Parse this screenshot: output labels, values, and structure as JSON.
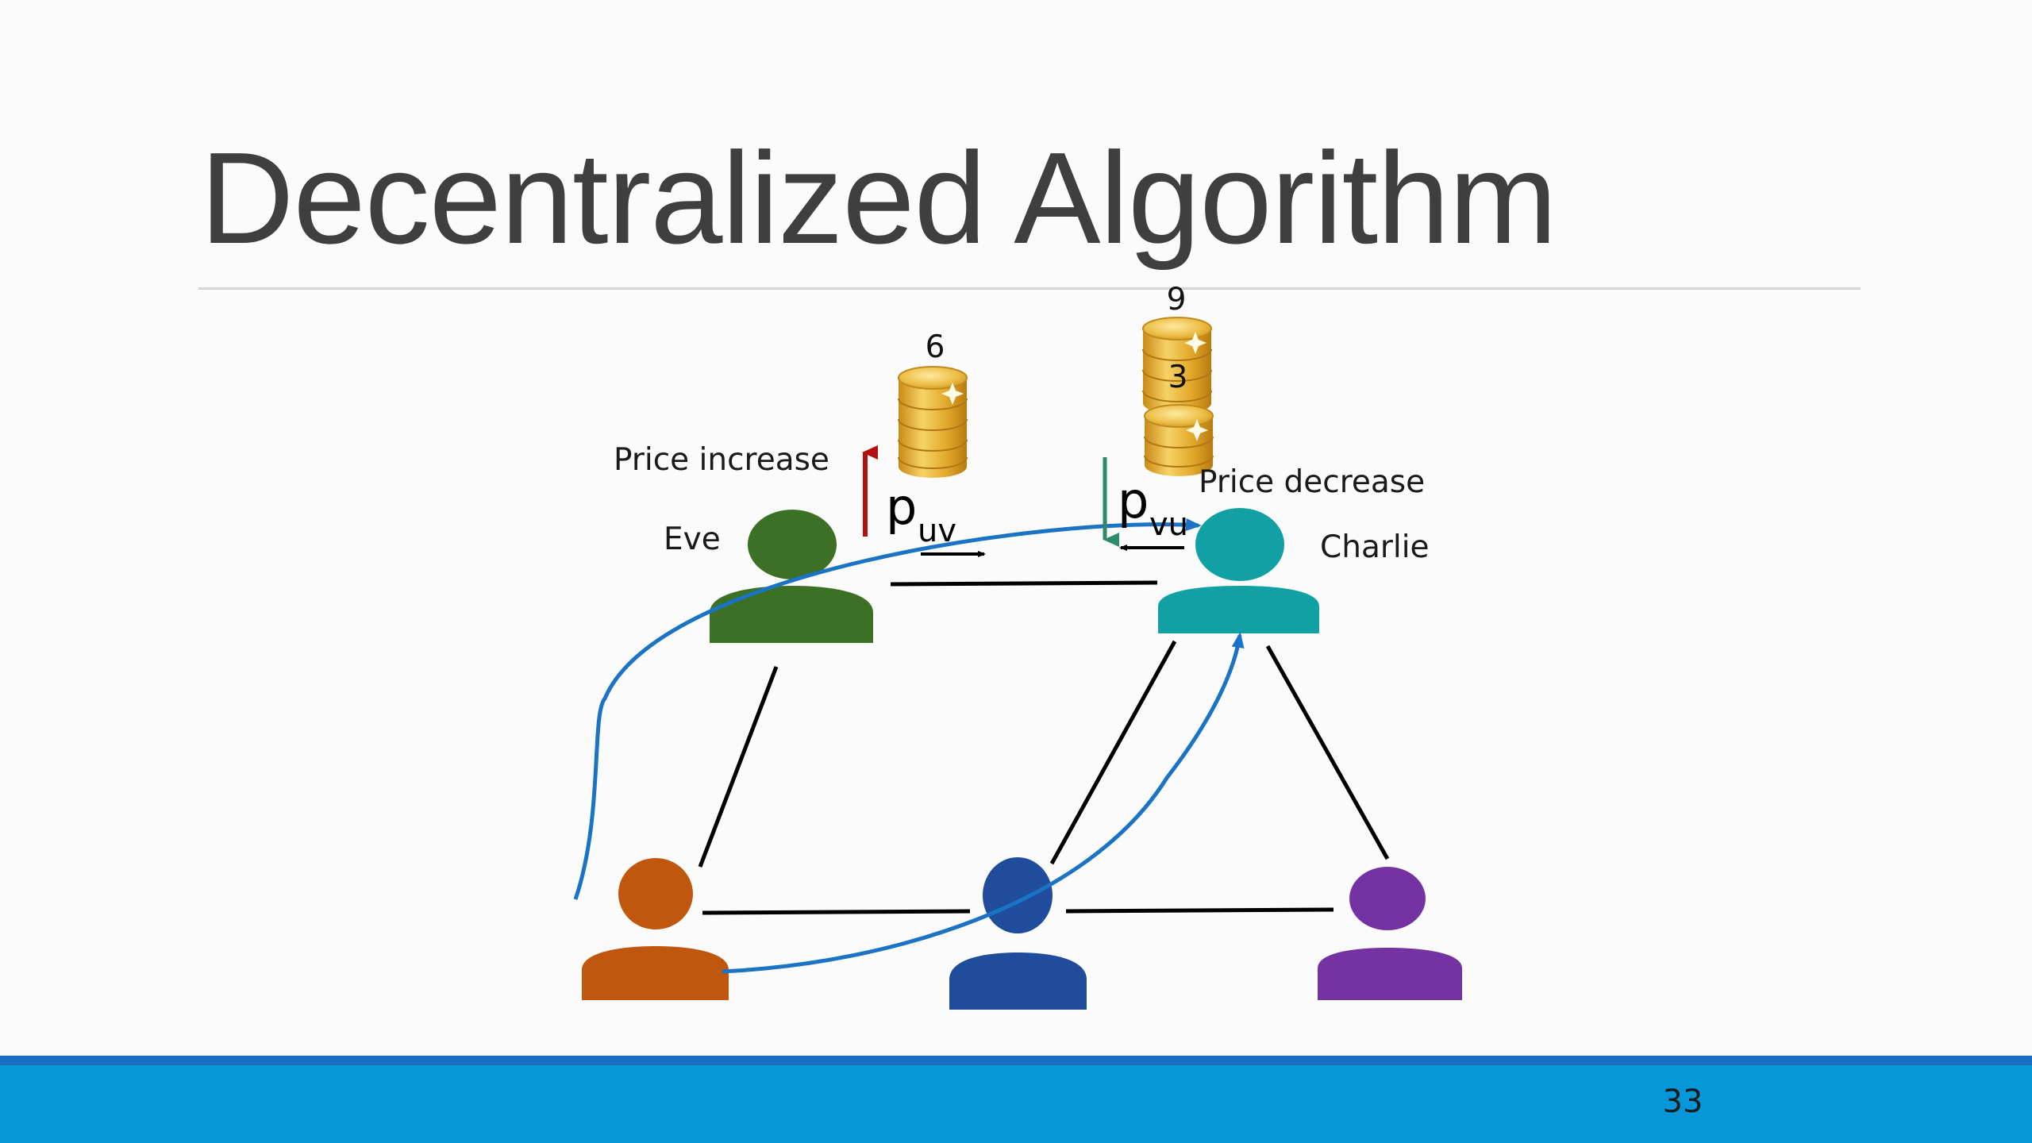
{
  "slide": {
    "title": "Decentralized Algorithm",
    "number": "33"
  },
  "nodes": {
    "eve": {
      "label": "Eve",
      "color": "#3c7024"
    },
    "charlie": {
      "label": "Charlie",
      "color": "#11a0a4"
    },
    "orange": {
      "color": "#c1570e"
    },
    "blue": {
      "color": "#1f4d9c"
    },
    "purple": {
      "color": "#7432a3"
    }
  },
  "annotations": {
    "price_increase": "Price increase",
    "price_decrease": "Price decrease",
    "p_uv_base": "p",
    "p_uv_sub": "uv",
    "p_vu_base": "p",
    "p_vu_sub": "vu",
    "increase_arrow_color": "#b30f0f",
    "decrease_arrow_color": "#2e8a6a",
    "path_color": "#1a73c4"
  },
  "coins": {
    "left_stack_count": "6",
    "right_stack_top_count": "9",
    "right_stack_inner_count": "3",
    "coin_color": "#e7b43a"
  },
  "footer": {
    "bar_color": "#0597d8",
    "accent_color": "#1a6fc4"
  }
}
